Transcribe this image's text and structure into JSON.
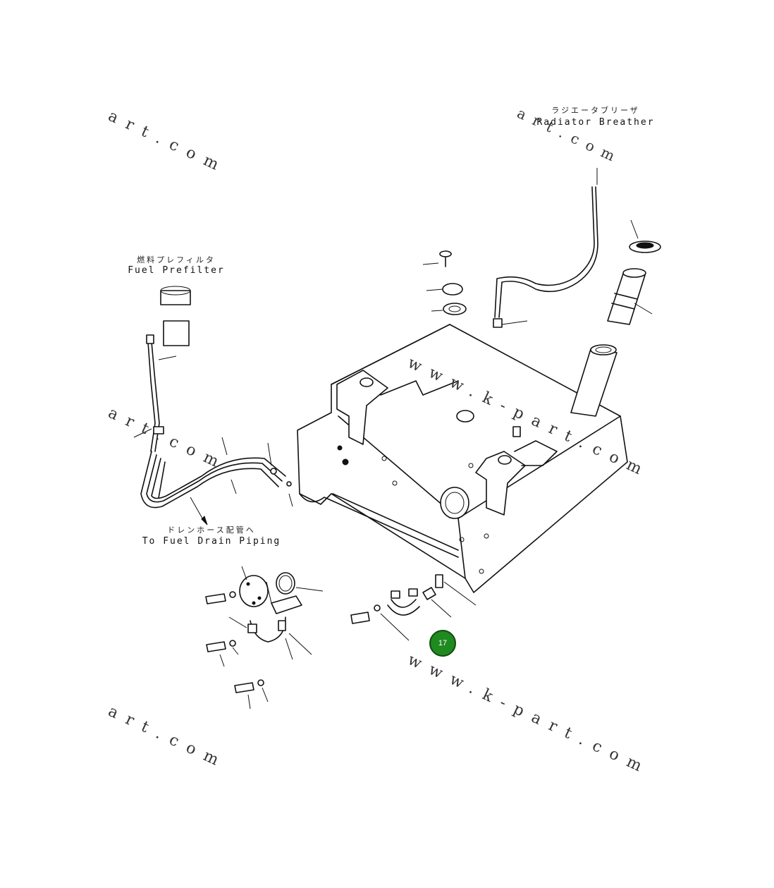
{
  "labels": {
    "fuel_prefilter_jp": "燃料プレフィルタ",
    "fuel_prefilter_en": "Fuel Prefilter",
    "radiator_breather_jp": "ラジエータブリーザ",
    "radiator_breather_en": "Radiator Breather",
    "fuel_drain_jp": "ドレンホース配管へ",
    "fuel_drain_en": "To Fuel Drain Piping"
  },
  "watermarks": {
    "short": "art.com",
    "long": "www.k-part.com"
  },
  "callout": {
    "number": "17",
    "color": "#1f8a1f"
  }
}
